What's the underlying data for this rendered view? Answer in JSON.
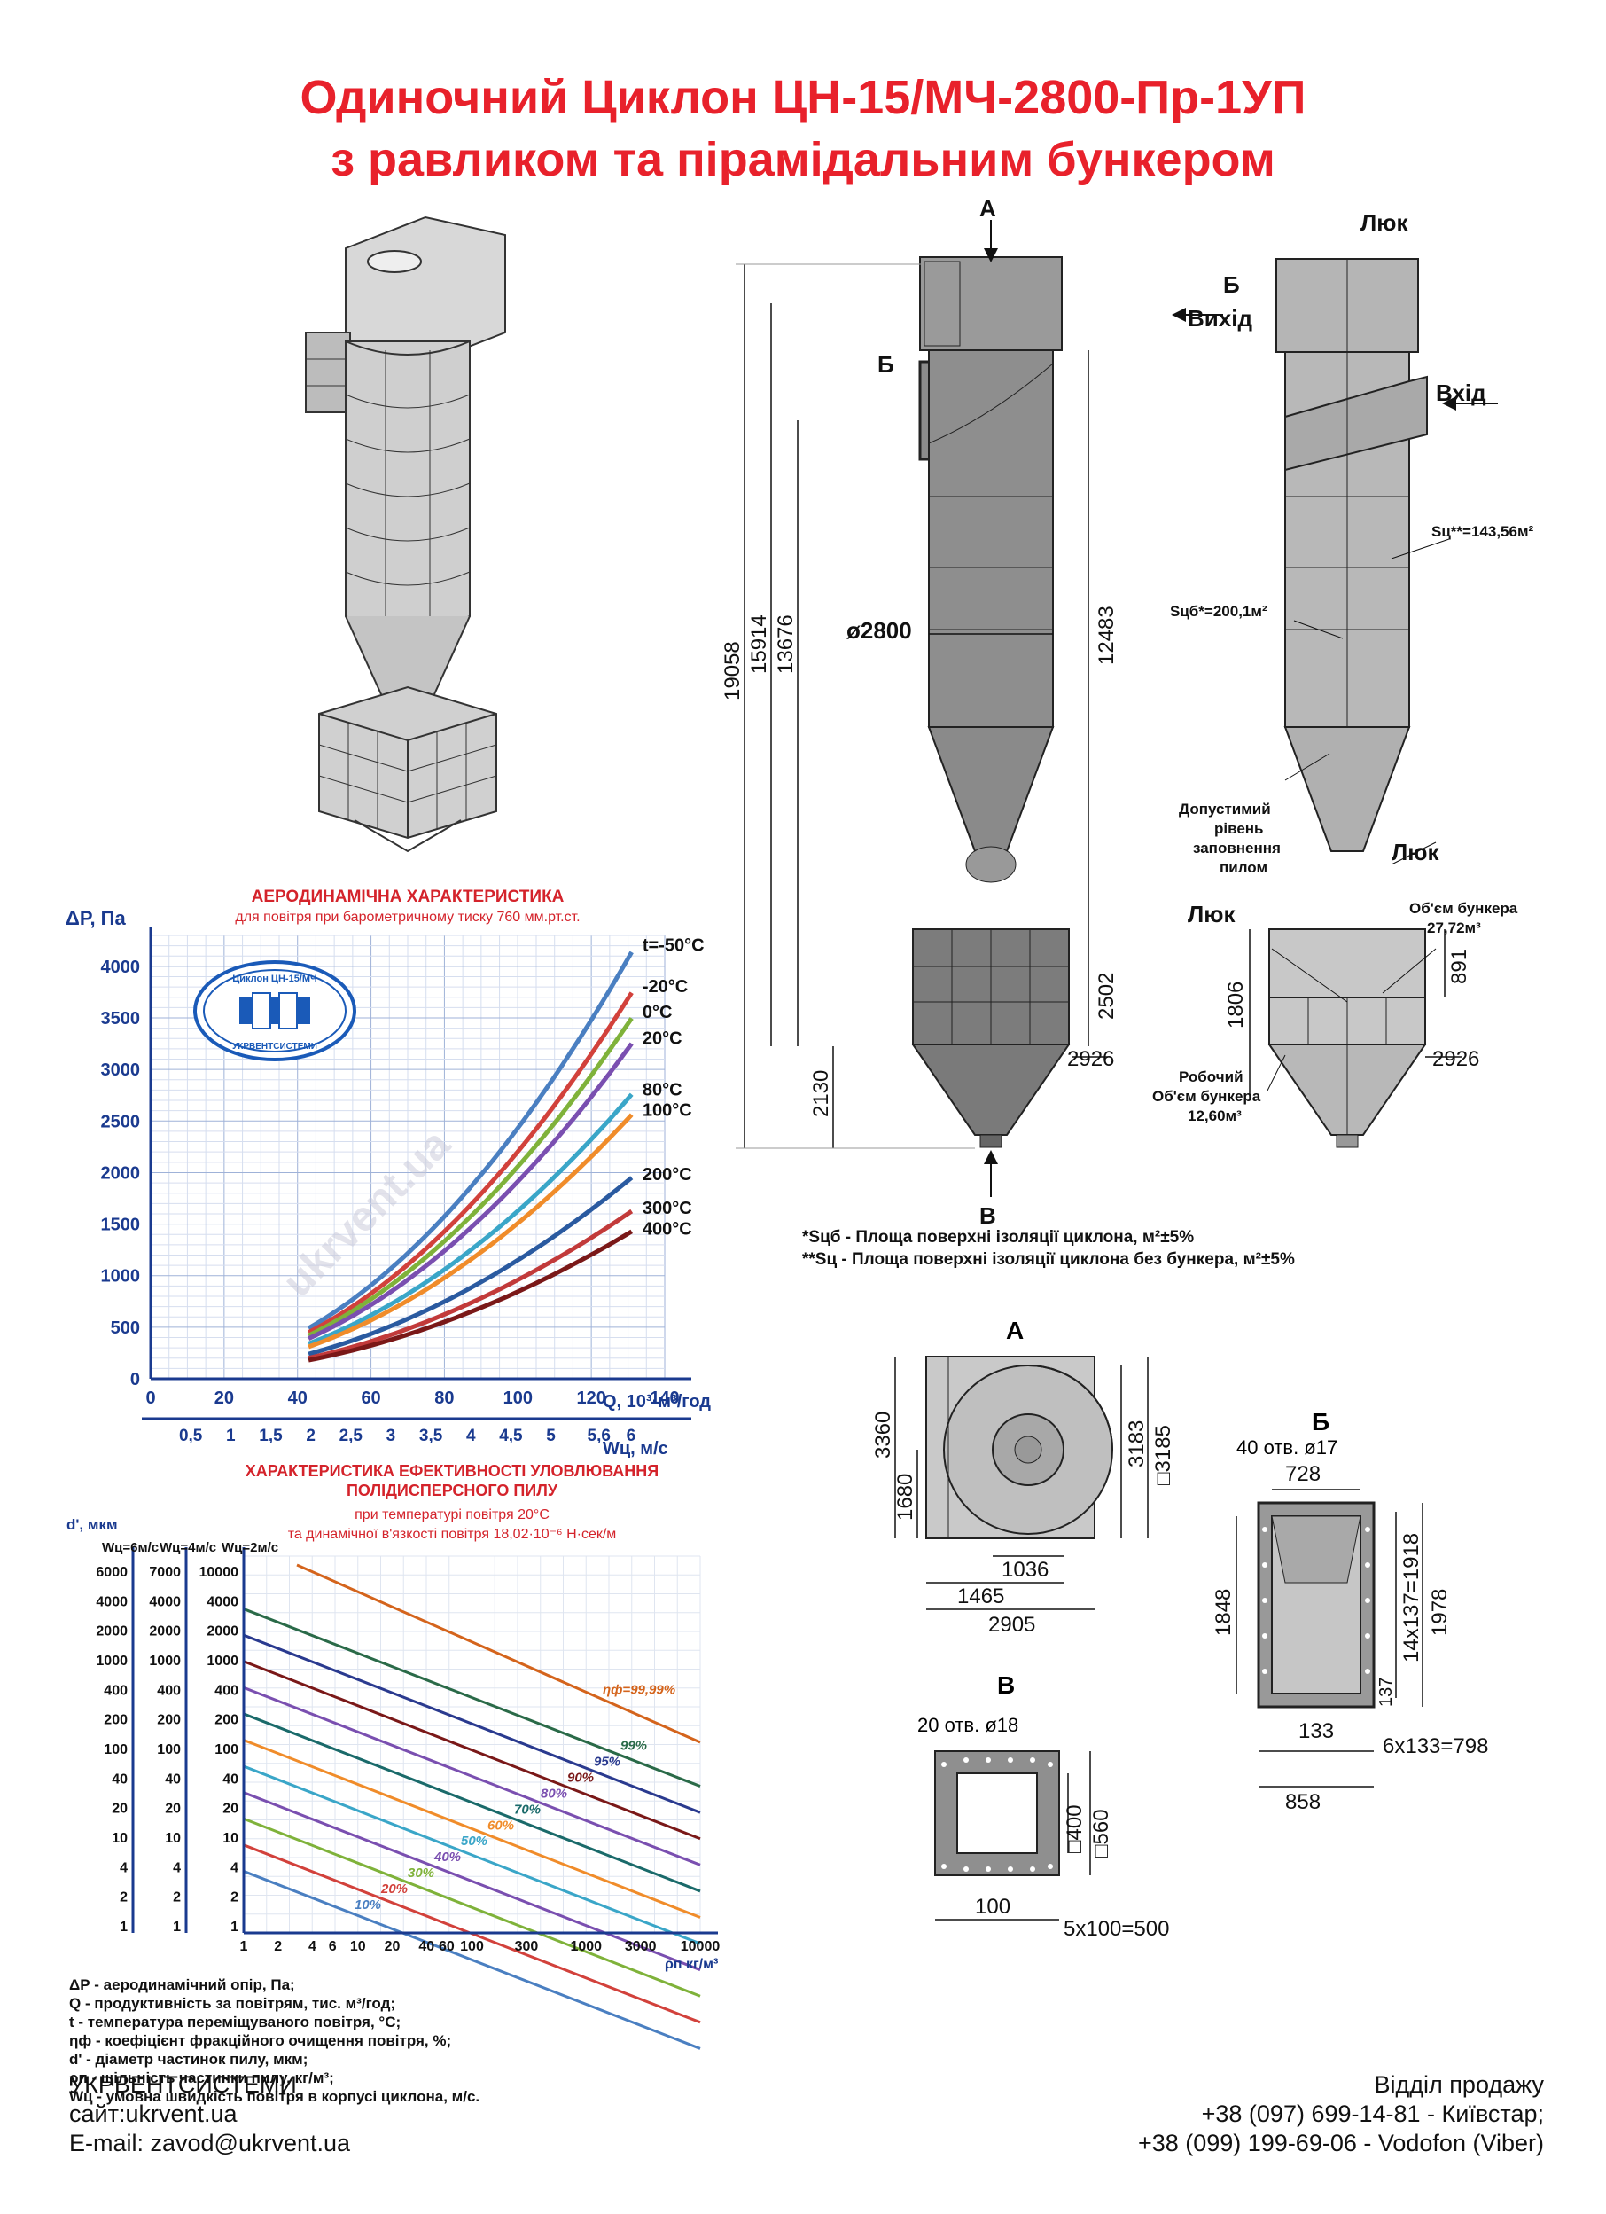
{
  "header": {
    "title_line1": "Одиночний Циклон ЦН-15/МЧ-2800-Пр-1УП",
    "title_line2": "з равликом та пірамідальним бункером"
  },
  "colors": {
    "title": "#e8212b",
    "chart_title": "#d4232b",
    "axis": "#1a3a8f",
    "metal": "#8f8f8f",
    "metal_light": "#c9c9c9"
  },
  "drawing_front": {
    "label_top": "А",
    "label_bottom": "В",
    "label_inlet": "Б",
    "dims": {
      "d_total": "19058",
      "d_2": "15914",
      "d_3": "13676",
      "d_4": "12483",
      "dia": "ø2800",
      "d_bunker": "2502",
      "d_bottom": "2130",
      "d_width": "2926"
    }
  },
  "drawing_side": {
    "hatch": "Люк",
    "label_b": "Б",
    "outlet": "Вихід",
    "inlet": "Вхід",
    "s_c": "Sц**=143,56м²",
    "s_cb": "Sцб*=200,1м²",
    "fill_level": [
      "Допустимий",
      "рівень",
      "заповнення",
      "пилом"
    ],
    "hatch2": "Люк",
    "hatch3": "Люк",
    "bunker_vol": [
      "Об'єм бункера",
      "27,72м³"
    ],
    "work_vol": [
      "Робочий",
      "Об'єм бункера",
      "12,60м³"
    ],
    "d_1806": "1806",
    "d_891": "891",
    "d_2926": "2926"
  },
  "notes": {
    "s_cb": "*Sцб - Площа поверхні ізоляції циклона, м²±5%",
    "s_c": "**Sц - Площа поверхні ізоляції циклона без бункера, м²±5%"
  },
  "chart_aero": {
    "title": "АЕРОДИНАМІЧНА ХАРАКТЕРИСТИКА",
    "subtitle": "для повітря при барометричному тиску 760 мм.рт.ст.",
    "y_label": "ΔР, Па",
    "x_label": "Q, 10³·м³/год",
    "w_label": "Wц, м/с",
    "logo_text": "Циклон ЦН-15/МЧ",
    "logo_text2": "УКРВЕНТСИСТЕМИ",
    "watermark": "ukrvent.ua"
  },
  "chart_data": [
    {
      "type": "line",
      "title": "АЕРОДИНАМІЧНА ХАРАКТЕРИСТИКА",
      "subtitle": "для повітря при барометричному тиску 760 мм.рт.ст.",
      "xlabel": "Q, 10³·м³/год",
      "ylabel": "ΔР, Па",
      "xlim": [
        0,
        140
      ],
      "ylim": [
        0,
        4300
      ],
      "x_ticks": [
        "0",
        "20",
        "40",
        "60",
        "80",
        "100",
        "120",
        "140"
      ],
      "y_ticks": [
        "0",
        "500",
        "1000",
        "1500",
        "2000",
        "2500",
        "3000",
        "3500",
        "4000"
      ],
      "secondary_axis": {
        "label": "Wц, м/с",
        "ticks": [
          "0,5",
          "1",
          "1,5",
          "2",
          "2,5",
          "3",
          "3,5",
          "4",
          "4,5",
          "5",
          "5,6",
          "6"
        ]
      },
      "x": [
        43,
        132
      ],
      "series": [
        {
          "name": "t=-50°С",
          "values": [
            490,
            4200
          ],
          "color": "#4a7fc1"
        },
        {
          "name": "-20°С",
          "values": [
            450,
            3800
          ],
          "color": "#d2413b"
        },
        {
          "name": "0°С",
          "values": [
            420,
            3550
          ],
          "color": "#7fb23a"
        },
        {
          "name": "20°С",
          "values": [
            390,
            3300
          ],
          "color": "#7a4fb0"
        },
        {
          "name": "80°С",
          "values": [
            340,
            2800
          ],
          "color": "#3aa6c8"
        },
        {
          "name": "100°С",
          "values": [
            310,
            2600
          ],
          "color": "#f08c2a"
        },
        {
          "name": "200°С",
          "values": [
            240,
            1980
          ],
          "color": "#2a5aa0"
        },
        {
          "name": "300°С",
          "values": [
            200,
            1650
          ],
          "color": "#c23a3a"
        },
        {
          "name": "400°С",
          "values": [
            180,
            1450
          ],
          "color": "#7a1818"
        }
      ]
    },
    {
      "type": "line",
      "title": "ХАРАКТЕРИСТИКА ЕФЕКТИВНОСТІ УЛОВЛЮВАННЯ",
      "subtitle": "ПОЛІДИСПЕРСНОГО ПИЛУ",
      "xlabel": "ρп кг/м³",
      "ylabel": "d', мкм",
      "x_log": true,
      "y_log": true,
      "x_ticks": [
        "1",
        "2",
        "4",
        "6",
        "10",
        "20",
        "40",
        "60",
        "100",
        "300",
        "1000",
        "3000",
        "10000"
      ],
      "axes_labels": [
        "Wц=6м/с",
        "Wц=4м/с",
        "Wц=2м/с"
      ],
      "y_ticks_1": [
        "6000",
        "4000",
        "2000",
        "1000",
        "400",
        "200",
        "100",
        "40",
        "20",
        "10",
        "4",
        "2",
        "1"
      ],
      "y_ticks_2": [
        "7000",
        "4000",
        "2000",
        "1000",
        "400",
        "200",
        "100",
        "40",
        "20",
        "10",
        "4",
        "2",
        "1"
      ],
      "y_ticks_3": [
        "10000",
        "4000",
        "2000",
        "1000",
        "400",
        "200",
        "100",
        "40",
        "20",
        "10",
        "4",
        "2",
        "1"
      ],
      "series": [
        {
          "name": "ηф=99,99%",
          "color": "#d4641c"
        },
        {
          "name": "99%",
          "color": "#2a6a48"
        },
        {
          "name": "95%",
          "color": "#2a3a8f"
        },
        {
          "name": "90%",
          "color": "#7a1818"
        },
        {
          "name": "80%",
          "color": "#7a4fb0"
        },
        {
          "name": "70%",
          "color": "#1a6a6a"
        },
        {
          "name": "60%",
          "color": "#f08c2a"
        },
        {
          "name": "50%",
          "color": "#3aa6c8"
        },
        {
          "name": "40%",
          "color": "#7a4fb0"
        },
        {
          "name": "30%",
          "color": "#7fb23a"
        },
        {
          "name": "20%",
          "color": "#d2413b"
        },
        {
          "name": "10%",
          "color": "#4a7fc1"
        }
      ]
    }
  ],
  "chart_eff": {
    "title": "ХАРАКТЕРИСТИКА ЕФЕКТИВНОСТІ УЛОВЛЮВАННЯ",
    "subtitle": "ПОЛІДИСПЕРСНОГО ПИЛУ",
    "cond1": "при температурі повітря 20°С",
    "cond2": "та динамічної в'язкості повітря 18,02·10⁻⁶ Н·сек/м",
    "y_label": "d', мкм",
    "x_label": "ρп кг/м³"
  },
  "detail_a": {
    "label": "А",
    "d1": "3360",
    "d2": "1680",
    "d3": "3183",
    "d4": "□3185",
    "d5": "1036",
    "d6": "1465",
    "d7": "2905"
  },
  "detail_b": {
    "label": "Б",
    "holes": "40 отв. ø17",
    "d1": "728",
    "d2": "1848",
    "d3": "14x137=1918",
    "d4": "1978",
    "d5": "137",
    "d6": "133",
    "d7": "6x133=798",
    "d8": "858"
  },
  "detail_v": {
    "label": "В",
    "holes": "20 отв. ø18",
    "d1": "□400",
    "d2": "□560",
    "d3": "100",
    "d4": "5x100=500"
  },
  "legend": [
    "ΔР - аеродинамічний опір, Па;",
    "Q - продуктивність за повітрям, тис. м³/год;",
    "t - температура переміщуваного повітря, °С;",
    "ηф - коефіцієнт фракційного очищення повітря, %;",
    "d' - діаметр частинок пилу, мкм;",
    "ρп - щільність частинки пилу, кг/м³;",
    "Wц - умовна швидкість повітря в корпусі циклона, м/с."
  ],
  "footer": {
    "company": "УКРВЕНТСИСТЕМИ",
    "site": "сайт:ukrvent.ua",
    "email": "E-mail: zavod@ukrvent.ua",
    "sales": "Відділ продажу",
    "phone1": "+38 (097) 699-14-81 - Київстар;",
    "phone2": "+38 (099) 199-69-06 - Vodofon (Viber)"
  },
  "watermark": "ukrvent.ua"
}
